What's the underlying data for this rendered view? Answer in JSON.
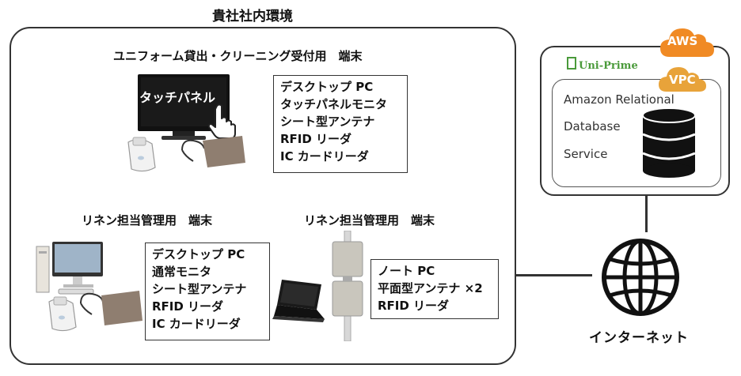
{
  "environment": {
    "title": "貴社社内環境"
  },
  "reception": {
    "title": "ユニフォーム貸出・クリーニング受付用　端末",
    "monitor_text": "タッチパネル",
    "specs": [
      "デスクトップ PC",
      "タッチパネルモニタ",
      "シート型アンテナ",
      "RFID リーダ",
      "IC カードリーダ"
    ]
  },
  "linen_desktop": {
    "title": "リネン担当管理用　端末",
    "specs": [
      "デスクトップ PC",
      "通常モニタ",
      "シート型アンテナ",
      "RFID リーダ",
      "IC カードリーダ"
    ]
  },
  "linen_laptop": {
    "title": "リネン担当管理用　端末",
    "specs": [
      "ノート PC",
      "平面型アンテナ ×2",
      "RFID リーダ"
    ]
  },
  "cloud": {
    "aws_label": "AWS",
    "vpc_label": "VPC",
    "brand": "Uni-Prime",
    "rds_lines": [
      "Amazon Relational",
      "Database",
      "Service"
    ]
  },
  "internet": {
    "label": "インターネット"
  },
  "colors": {
    "aws_orange": "#f08a24",
    "vpc_yellow": "#e8a33a",
    "brand_green": "#4a9a3a",
    "border": "#333333"
  },
  "icons": [
    "touch-hand-icon",
    "card-reader-icon",
    "antenna-pad-icon",
    "desktop-pc-icon",
    "laptop-icon",
    "panel-antenna-icon",
    "database-icon",
    "globe-icon",
    "cloud-icon"
  ]
}
